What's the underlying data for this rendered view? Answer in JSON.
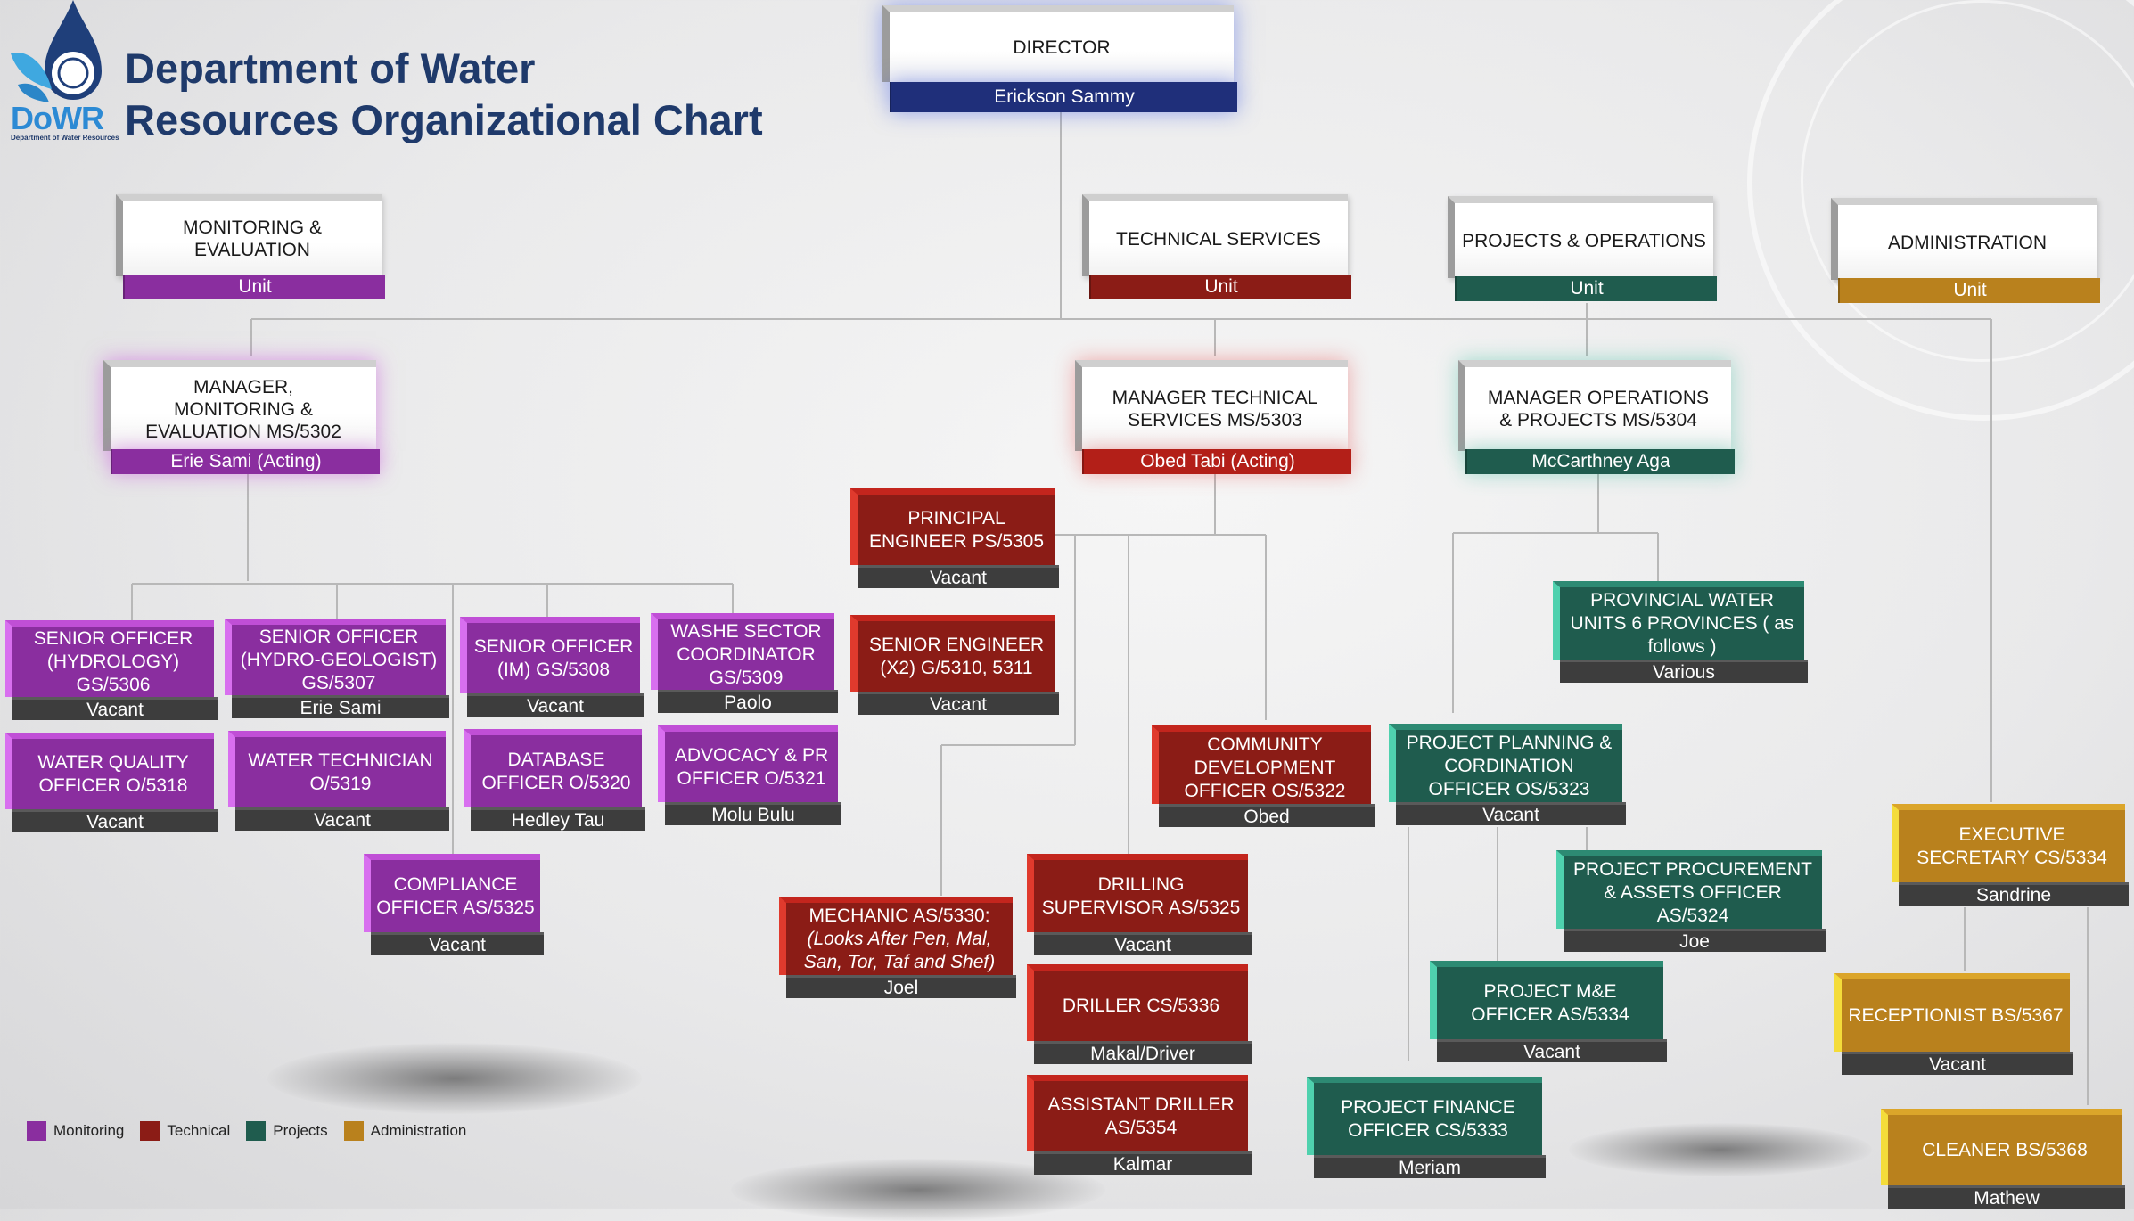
{
  "title": {
    "line1": "Department of Water",
    "line2": "Resources Organizational Chart"
  },
  "logo": {
    "text": "DoWR",
    "sub": "Department of Water Resources"
  },
  "colors": {
    "monitoring": "#8a2e9f",
    "technical": "#8b1c16",
    "projects": "#1f5c4e",
    "administration": "#b9811d",
    "director": "#1f2f7a"
  },
  "director": {
    "title": "DIRECTOR",
    "name": "Erickson Sammy"
  },
  "units": {
    "monitoring": {
      "title": "MONITORING & EVALUATION",
      "bar": "Unit"
    },
    "technical": {
      "title": "TECHNICAL SERVICES",
      "bar": "Unit"
    },
    "projects": {
      "title": "PROJECTS & OPERATIONS",
      "bar": "Unit"
    },
    "admin": {
      "title": "ADMINISTRATION",
      "bar": "Unit"
    }
  },
  "managers": {
    "monitoring": {
      "title": "MANAGER, MONITORING & EVALUATION MS/5302",
      "name": "Erie Sami (Acting)"
    },
    "technical": {
      "title": "MANAGER TECHNICAL SERVICES MS/5303",
      "name": "Obed Tabi (Acting)"
    },
    "projects": {
      "title": "MANAGER OPERATIONS & PROJECTS MS/5304",
      "name": "McCarthney Aga"
    }
  },
  "positions": {
    "p5306": {
      "title": "SENIOR OFFICER (HYDROLOGY) GS/5306",
      "name": "Vacant"
    },
    "p5307": {
      "title": "SENIOR OFFICER (HYDRO-GEOLOGIST) GS/5307",
      "name": "Erie Sami"
    },
    "p5308": {
      "title": "SENIOR OFFICER (IM) GS/5308",
      "name": "Vacant"
    },
    "p5309": {
      "title": "WASHE SECTOR COORDINATOR GS/5309",
      "name": "Paolo"
    },
    "p5318": {
      "title": "WATER QUALITY OFFICER O/5318",
      "name": "Vacant"
    },
    "p5319": {
      "title": "WATER TECHNICIAN O/5319",
      "name": "Vacant"
    },
    "p5320": {
      "title": "DATABASE OFFICER O/5320",
      "name": "Hedley Tau"
    },
    "p5321": {
      "title": "ADVOCACY & PR OFFICER O/5321",
      "name": "Molu Bulu"
    },
    "pcomp": {
      "title": "COMPLIANCE OFFICER AS/5325",
      "name": "Vacant"
    },
    "p5305": {
      "title": "PRINCIPAL ENGINEER PS/5305",
      "name": "Vacant"
    },
    "p5310": {
      "title": "SENIOR ENGINEER (X2) G/5310, 5311",
      "name": "Vacant"
    },
    "p5322": {
      "title": "COMMUNITY DEVELOPMENT OFFICER OS/5322",
      "name": "Obed"
    },
    "p5330": {
      "title_line1": "MECHANIC AS/5330:",
      "title_italic": "(Looks After Pen, Mal, San, Tor, Taf and Shef)",
      "name": "Joel"
    },
    "pdrill": {
      "title": "DRILLING SUPERVISOR AS/5325",
      "name": "Vacant"
    },
    "p5336": {
      "title": "DRILLER CS/5336",
      "name": "Makal/Driver"
    },
    "p5354": {
      "title": "ASSISTANT DRILLER AS/5354",
      "name": "Kalmar"
    },
    "pprov": {
      "title": "PROVINCIAL WATER UNITS 6 PROVINCES ( as follows )",
      "name": "Various"
    },
    "p5323": {
      "title": "PROJECT PLANNING & CORDINATION OFFICER OS/5323",
      "name": "Vacant"
    },
    "p5324": {
      "title": "PROJECT PROCUREMENT & ASSETS OFFICER AS/5324",
      "name": "Joe"
    },
    "p5334me": {
      "title": "PROJECT M&E OFFICER AS/5334",
      "name": "Vacant"
    },
    "p5333": {
      "title": "PROJECT FINANCE OFFICER CS/5333",
      "name": "Meriam"
    },
    "p5334": {
      "title": "EXECUTIVE SECRETARY CS/5334",
      "name": "Sandrine"
    },
    "p5367": {
      "title": "RECEPTIONIST BS/5367",
      "name": "Vacant"
    },
    "p5368": {
      "title": "CLEANER BS/5368",
      "name": "Mathew"
    }
  },
  "legend": [
    {
      "label": "Monitoring",
      "color": "#8a2e9f"
    },
    {
      "label": "Technical",
      "color": "#8b1c16"
    },
    {
      "label": "Projects",
      "color": "#1f5c4e"
    },
    {
      "label": "Administration",
      "color": "#b9811d"
    }
  ]
}
